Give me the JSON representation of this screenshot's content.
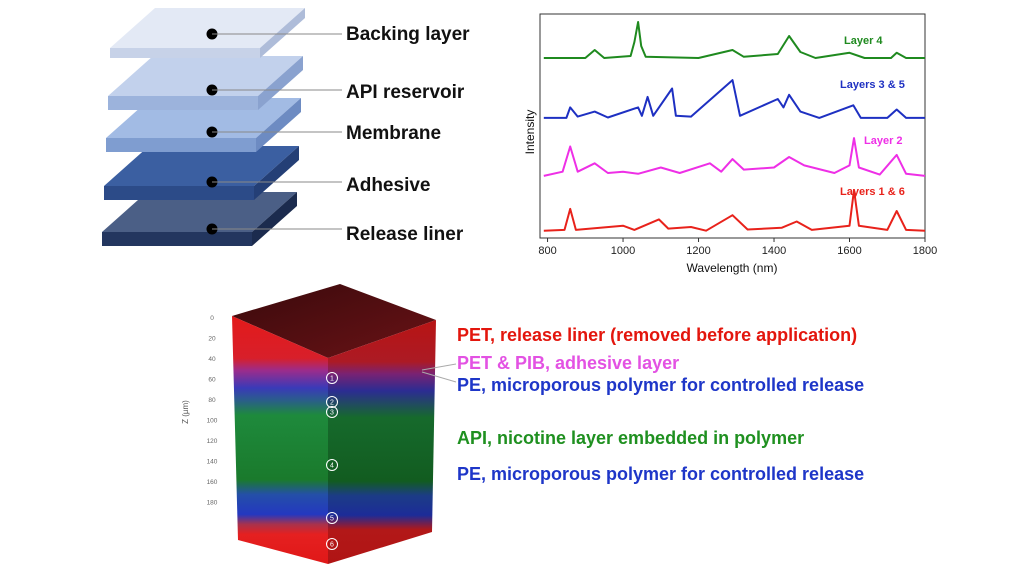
{
  "stack_diagram": {
    "layers": [
      {
        "label": "Backing layer",
        "top": "#e3e9f5",
        "front": "#c7d2e8",
        "side": "#aebcd9"
      },
      {
        "label": "API reservoir",
        "top": "#c2d1ec",
        "front": "#9cb3dc",
        "side": "#8aa2cf"
      },
      {
        "label": "Membrane",
        "top": "#a2bbe4",
        "front": "#7f9dd0",
        "side": "#6d8bc2"
      },
      {
        "label": "Adhesive",
        "top": "#3b5fa1",
        "front": "#2c4b88",
        "side": "#243f76"
      },
      {
        "label": "Release liner",
        "top": "#4b5f86",
        "front": "#23365f",
        "side": "#1b2b4e"
      }
    ]
  },
  "spectrum_chart": {
    "chart_data": {
      "type": "line",
      "xlabel": "Wavelength (nm)",
      "ylabel": "Intensity",
      "xlim": [
        780,
        1800
      ],
      "xticks": [
        "800",
        "1000",
        "1200",
        "1400",
        "1600",
        "1800"
      ],
      "grid": false,
      "series": [
        {
          "name": "Layer 4",
          "color": "#1f8a1f",
          "offset": 3.0,
          "points": [
            [
              790,
              0.05
            ],
            [
              900,
              0.05
            ],
            [
              925,
              0.25
            ],
            [
              950,
              0.05
            ],
            [
              1020,
              0.1
            ],
            [
              1030,
              0.45
            ],
            [
              1040,
              0.95
            ],
            [
              1048,
              0.35
            ],
            [
              1060,
              0.08
            ],
            [
              1200,
              0.05
            ],
            [
              1290,
              0.25
            ],
            [
              1320,
              0.08
            ],
            [
              1410,
              0.15
            ],
            [
              1440,
              0.6
            ],
            [
              1470,
              0.2
            ],
            [
              1510,
              0.05
            ],
            [
              1600,
              0.18
            ],
            [
              1640,
              0.05
            ],
            [
              1710,
              0.05
            ],
            [
              1725,
              0.18
            ],
            [
              1750,
              0.05
            ],
            [
              1800,
              0.05
            ]
          ]
        },
        {
          "name": "Layers 3 & 5",
          "color": "#1e30c2",
          "offset": 2.0,
          "points": [
            [
              790,
              0.05
            ],
            [
              850,
              0.05
            ],
            [
              860,
              0.3
            ],
            [
              880,
              0.08
            ],
            [
              925,
              0.2
            ],
            [
              960,
              0.06
            ],
            [
              1040,
              0.3
            ],
            [
              1050,
              0.1
            ],
            [
              1065,
              0.55
            ],
            [
              1080,
              0.1
            ],
            [
              1130,
              0.75
            ],
            [
              1140,
              0.1
            ],
            [
              1180,
              0.08
            ],
            [
              1290,
              0.95
            ],
            [
              1310,
              0.1
            ],
            [
              1410,
              0.5
            ],
            [
              1425,
              0.3
            ],
            [
              1440,
              0.6
            ],
            [
              1470,
              0.2
            ],
            [
              1520,
              0.05
            ],
            [
              1610,
              0.35
            ],
            [
              1630,
              0.05
            ],
            [
              1700,
              0.05
            ],
            [
              1725,
              0.25
            ],
            [
              1750,
              0.05
            ],
            [
              1800,
              0.05
            ]
          ]
        },
        {
          "name": "Layer 2",
          "color": "#ee2fe6",
          "offset": 1.0,
          "points": [
            [
              790,
              0.05
            ],
            [
              840,
              0.15
            ],
            [
              860,
              0.75
            ],
            [
              880,
              0.15
            ],
            [
              925,
              0.35
            ],
            [
              960,
              0.12
            ],
            [
              1000,
              0.15
            ],
            [
              1040,
              0.1
            ],
            [
              1100,
              0.25
            ],
            [
              1150,
              0.12
            ],
            [
              1230,
              0.35
            ],
            [
              1260,
              0.15
            ],
            [
              1290,
              0.45
            ],
            [
              1320,
              0.2
            ],
            [
              1400,
              0.25
            ],
            [
              1440,
              0.5
            ],
            [
              1480,
              0.3
            ],
            [
              1560,
              0.12
            ],
            [
              1600,
              0.3
            ],
            [
              1612,
              0.95
            ],
            [
              1625,
              0.25
            ],
            [
              1680,
              0.08
            ],
            [
              1725,
              0.55
            ],
            [
              1750,
              0.1
            ],
            [
              1800,
              0.05
            ]
          ]
        },
        {
          "name": "Layers 1 & 6",
          "color": "#e8221b",
          "offset": 0.0,
          "points": [
            [
              790,
              0.03
            ],
            [
              845,
              0.05
            ],
            [
              860,
              0.55
            ],
            [
              875,
              0.05
            ],
            [
              1000,
              0.15
            ],
            [
              1030,
              0.05
            ],
            [
              1095,
              0.3
            ],
            [
              1120,
              0.08
            ],
            [
              1180,
              0.12
            ],
            [
              1220,
              0.03
            ],
            [
              1290,
              0.4
            ],
            [
              1330,
              0.06
            ],
            [
              1420,
              0.1
            ],
            [
              1460,
              0.25
            ],
            [
              1500,
              0.05
            ],
            [
              1600,
              0.15
            ],
            [
              1612,
              1.0
            ],
            [
              1625,
              0.15
            ],
            [
              1700,
              0.05
            ],
            [
              1725,
              0.5
            ],
            [
              1750,
              0.05
            ],
            [
              1800,
              0.03
            ]
          ]
        }
      ]
    }
  },
  "depth_block": {
    "axis_label": "Z (µm)",
    "ticks": [
      "0",
      "20",
      "40",
      "60",
      "80",
      "100",
      "120",
      "140",
      "160",
      "180"
    ],
    "markers": [
      "1",
      "2",
      "3",
      "4",
      "5",
      "6"
    ]
  },
  "descriptions": [
    {
      "text": "PET, release liner (removed before application)",
      "color": "#e3160d"
    },
    {
      "text": "PET & PIB, adhesive layer",
      "color": "#e352e3"
    },
    {
      "text": "PE, microporous polymer for controlled release",
      "color": "#1e36c8"
    },
    {
      "text": "API, nicotine layer embedded in polymer",
      "color": "#1f9020"
    },
    {
      "text": "PE, microporous polymer for controlled release",
      "color": "#1e36c8"
    }
  ]
}
